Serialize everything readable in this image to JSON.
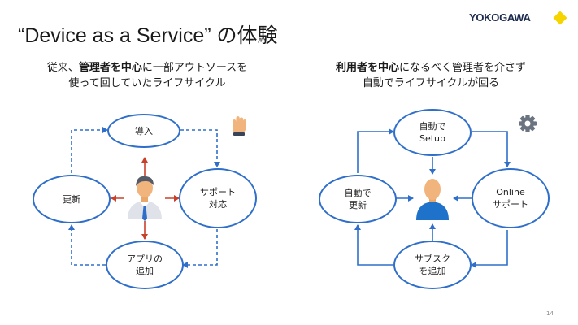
{
  "slide": {
    "title": "“Device as a Service” の体験",
    "page_number": "14",
    "logo_text": "YOKOGAWA",
    "logo_accent": "#f5d400"
  },
  "left": {
    "caption_line1_pre": "従来、",
    "caption_line1_emph": "管理者を中心",
    "caption_line1_post": "に一部アウトソースを",
    "caption_line2": "使って回していたライフサイクル",
    "nodes": {
      "top": "導入",
      "left": "更新",
      "right_line1": "サポート",
      "right_line2": "対応",
      "bottom_line1": "アプリの",
      "bottom_line2": "追加"
    },
    "center_icon": "manager-person-icon",
    "corner_icon": "hand-icon",
    "arrow_color": "#c8402a",
    "cycle_style": "dashed"
  },
  "right": {
    "caption_line1_emph": "利用者を中心",
    "caption_line1_post": "になるべく管理者を介さず",
    "caption_line2": "自動でライフサイクルが回る",
    "nodes": {
      "top_line1": "自動で",
      "top_line2": "Setup",
      "left_line1": "自動で",
      "left_line2": "更新",
      "right_line1": "Online",
      "right_line2": "サポート",
      "bottom_line1": "サブスク",
      "bottom_line2": "を追加"
    },
    "center_icon": "user-person-icon",
    "corner_icon": "gear-icon",
    "cycle_style": "solid"
  },
  "colors": {
    "node_border": "#2f6fca",
    "line": "#2f6fca"
  }
}
